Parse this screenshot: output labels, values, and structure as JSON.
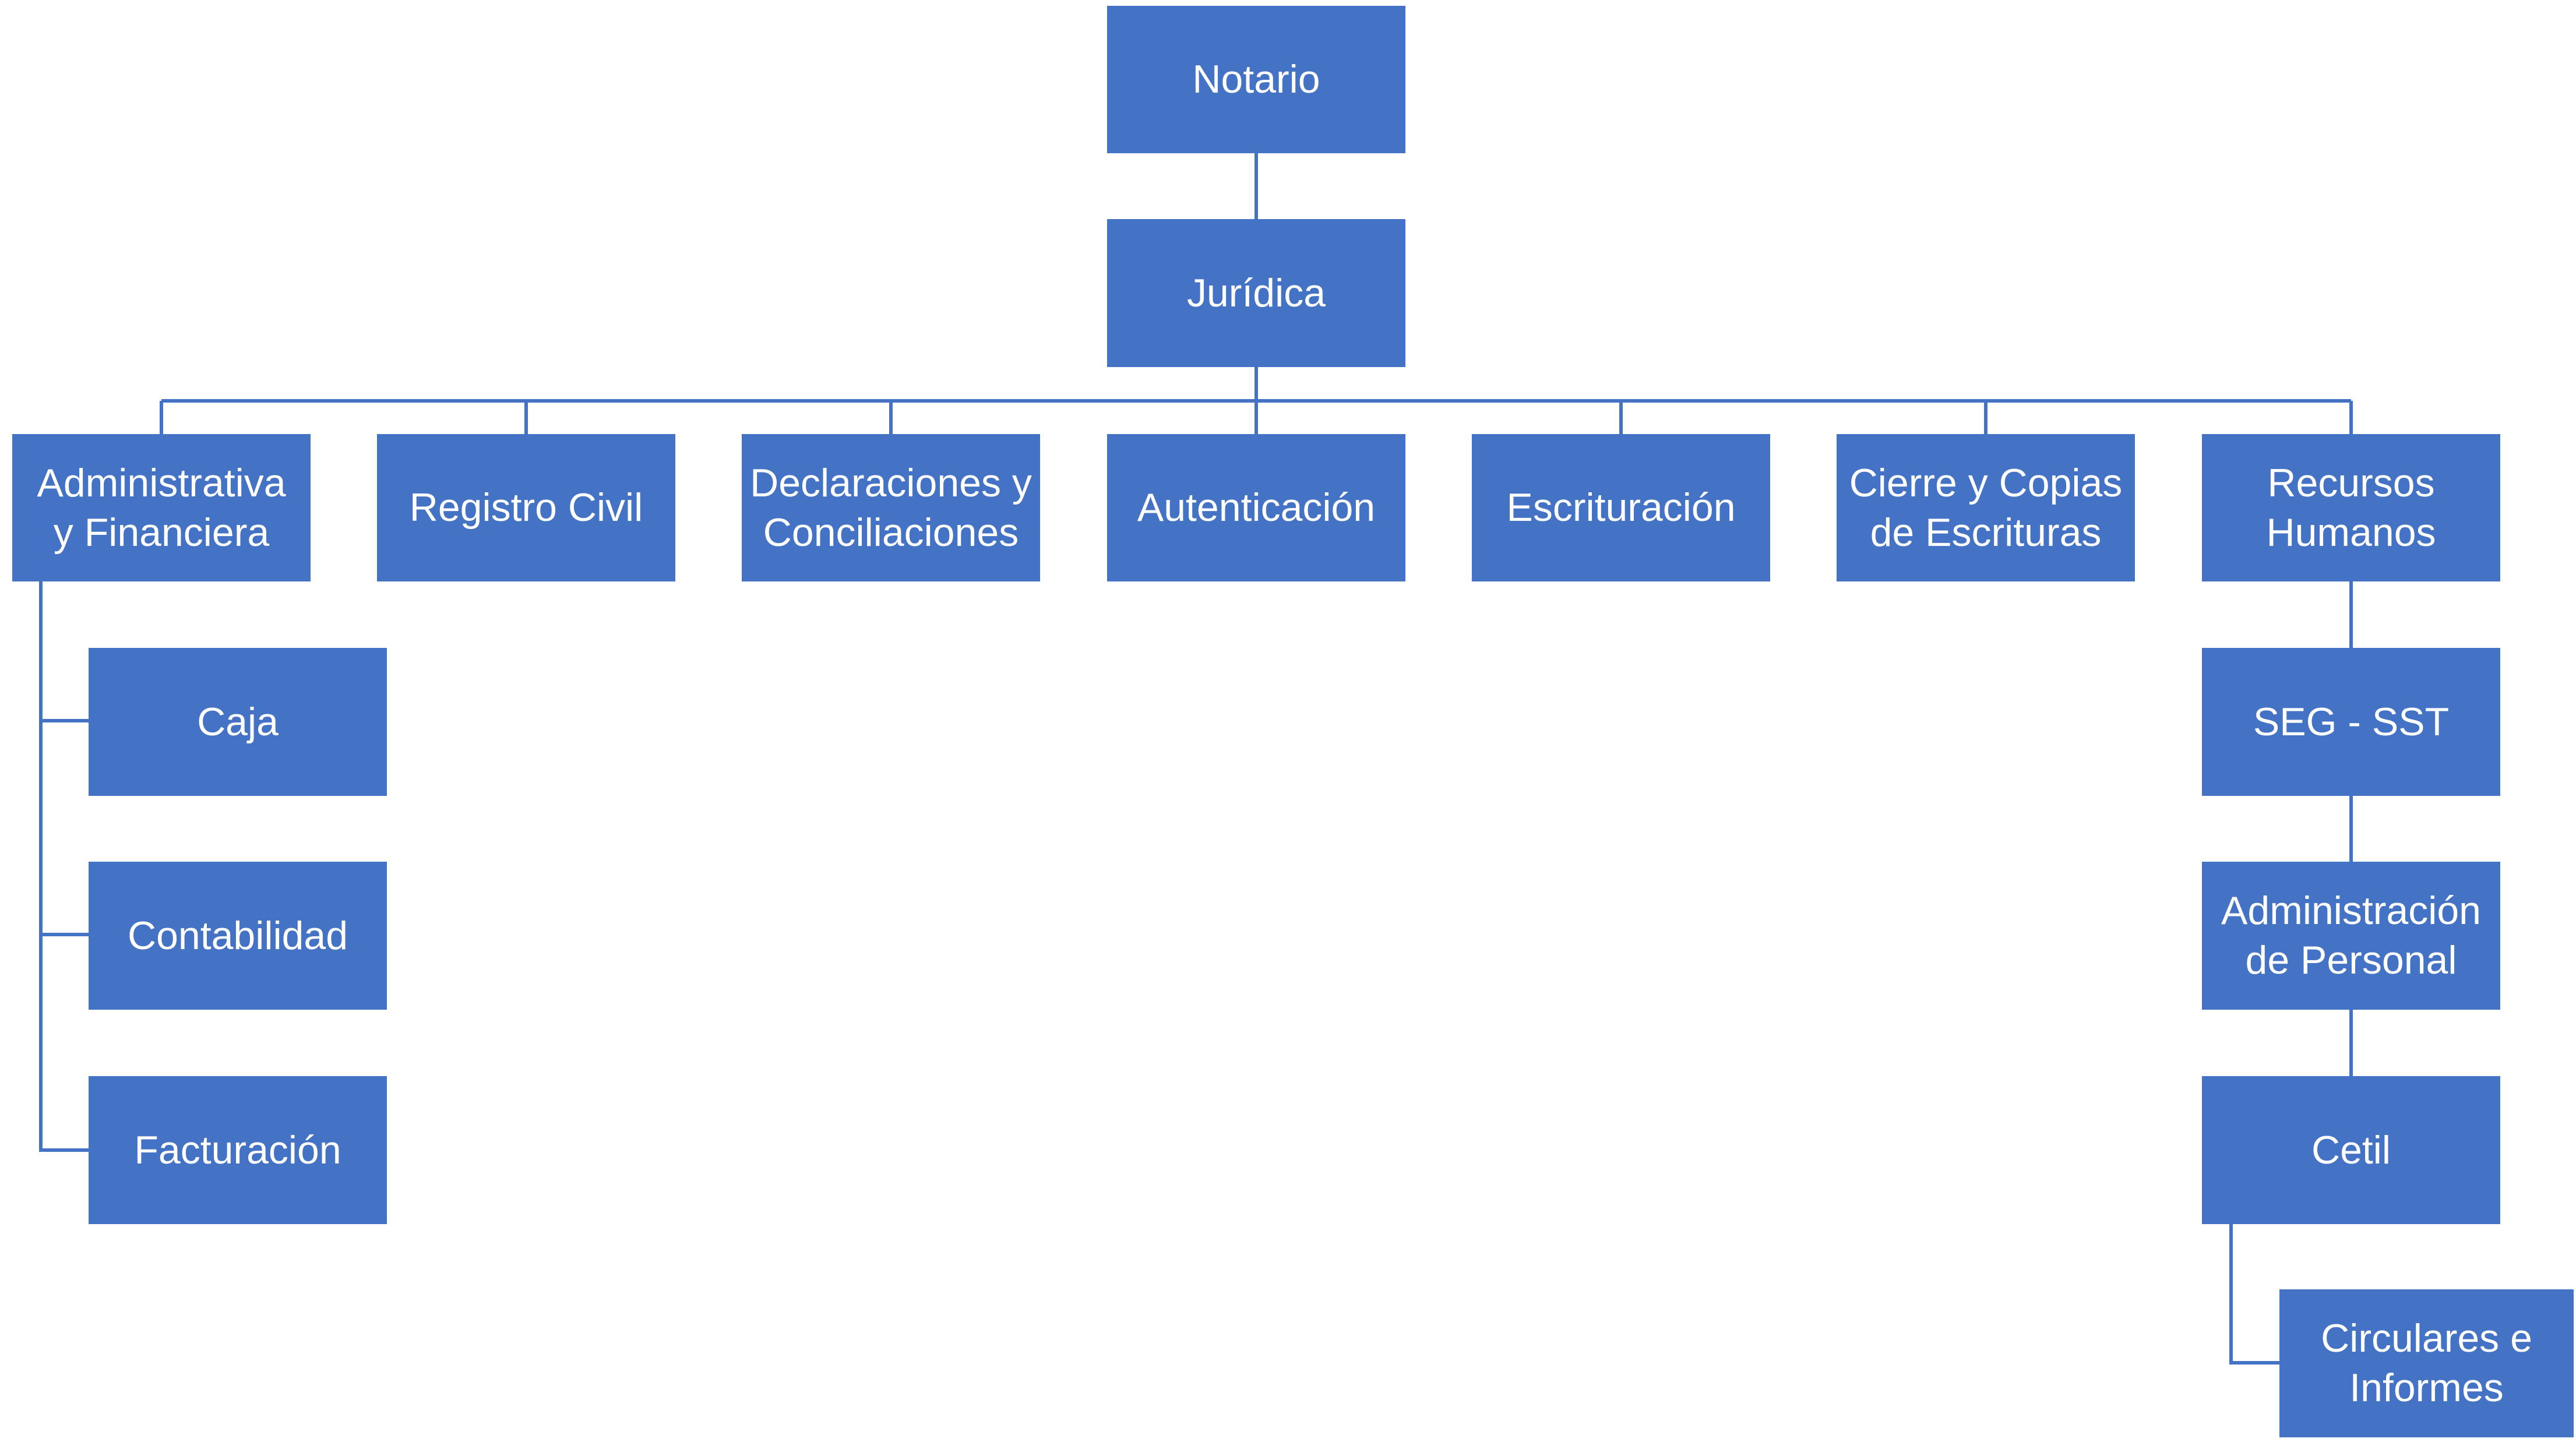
{
  "colors": {
    "box_fill": "#4472c4",
    "box_text": "#ffffff",
    "connector": "#4472c4",
    "background": "#ffffff"
  },
  "org_chart": {
    "root": "Notario",
    "level_1": "Jurídica",
    "departments": [
      "Administrativa\ny Financiera",
      "Registro Civil",
      "Declaraciones y\nConciliaciones",
      "Autenticación",
      "Escrituración",
      "Cierre y Copias\nde Escrituras",
      "Recursos\nHumanos"
    ],
    "administrativa_children": [
      "Caja",
      "Contabilidad",
      "Facturación"
    ],
    "recursos_humanos_chain": [
      "SEG - SST",
      "Administración\nde Personal",
      "Cetil"
    ],
    "cetil_child": "Circulares e\nInformes"
  }
}
